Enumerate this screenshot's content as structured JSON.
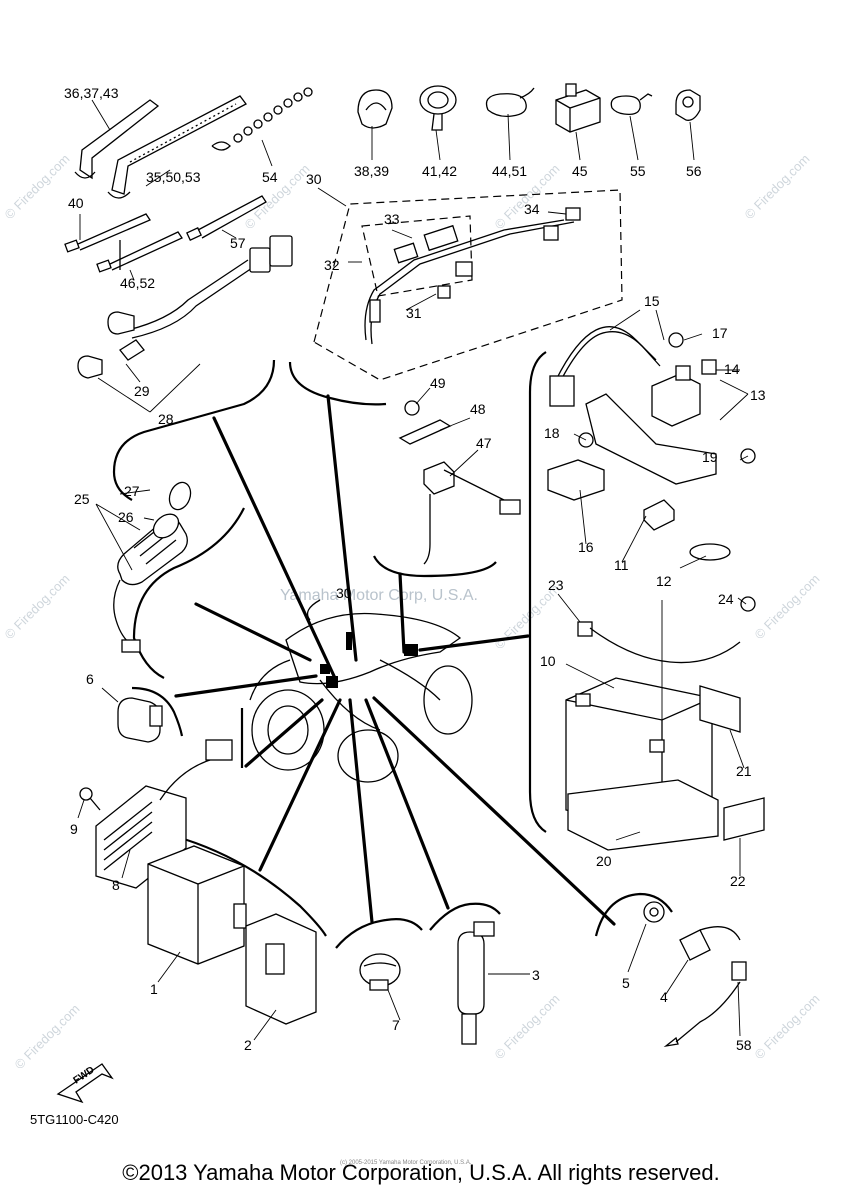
{
  "diagram": {
    "drawing_code": "5TG1100-C420",
    "copyright": "©2013 Yamaha Motor Corporation, U.S.A. All rights reserved.",
    "center_watermark": "Yamaha Motor Corp, U.S.A.",
    "watermark": "© Firedog.com",
    "tiny_credit": "(c) 2005-2015 Yamaha Motor Corporation, U.S.A.",
    "fwd_label": "FWD",
    "callouts": {
      "c1": "1",
      "c2": "2",
      "c3": "3",
      "c4": "4",
      "c5": "5",
      "c6": "6",
      "c7": "7",
      "c8": "8",
      "c9": "9",
      "c10": "10",
      "c11": "11",
      "c12": "12",
      "c13": "13",
      "c14": "14",
      "c15": "15",
      "c16": "16",
      "c17": "17",
      "c18": "18",
      "c19": "19",
      "c20": "20",
      "c21": "21",
      "c22": "22",
      "c23": "23",
      "c24": "24",
      "c25": "25",
      "c26": "26",
      "c27": "27",
      "c28": "28",
      "c29": "29",
      "c30a": "30",
      "c30b": "30",
      "c31": "31",
      "c32": "32",
      "c33": "33",
      "c34": "34",
      "c35": "35,50,53",
      "c36": "36,37,43",
      "c38": "38,39",
      "c40": "40",
      "c41": "41,42",
      "c44": "44,51",
      "c45": "45",
      "c46": "46,52",
      "c47": "47",
      "c48": "48",
      "c49": "49",
      "c54": "54",
      "c55": "55",
      "c56": "56",
      "c57": "57",
      "c58": "58"
    }
  }
}
